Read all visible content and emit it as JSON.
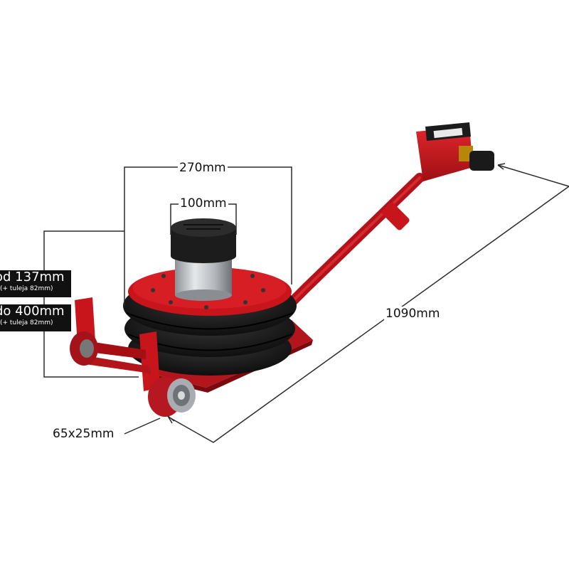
{
  "dimensions": {
    "width_label": "270mm",
    "saddle_label": "100mm",
    "length_label": "1090mm",
    "wheel_label": "65x25mm"
  },
  "specs": {
    "min_height": "od 137mm",
    "min_height_note": "(+ tuleja 82mm)",
    "max_height": "do 400mm",
    "max_height_note": "(+ tuleja 82mm)"
  },
  "colors": {
    "frame_red": "#c8141b",
    "bellows_black": "#1a1a1a",
    "saddle_silver": "#b9bcc0",
    "dimension_line": "#2b2b2b"
  }
}
